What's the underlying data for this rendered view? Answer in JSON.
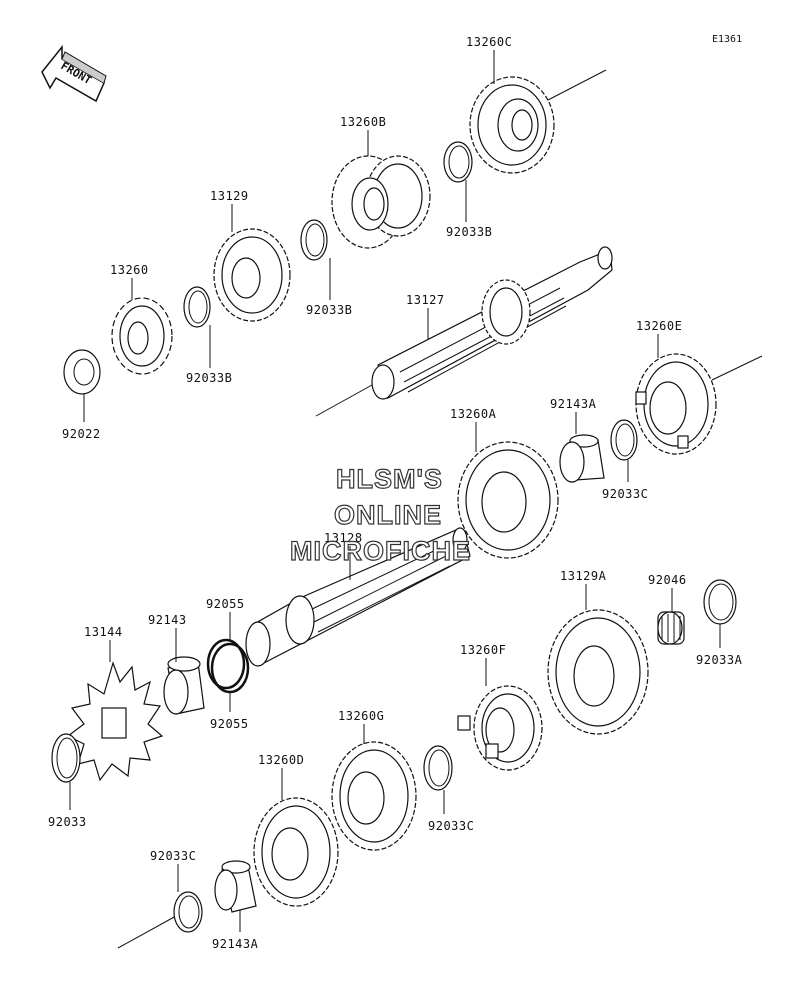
{
  "diagram_code": "E1361",
  "front_arrow": {
    "label": "FRONT",
    "icon": "front-arrow-icon"
  },
  "labels": {
    "p13260C": "13260C",
    "p13260B": "13260B",
    "p13129": "13129",
    "p13260": "13260",
    "p92022": "92022",
    "p92033B_a": "92033B",
    "p92033B_b": "92033B",
    "p92033B_c": "92033B",
    "p13127": "13127",
    "p13260E": "13260E",
    "p92143A_top": "92143A",
    "p13260A": "13260A",
    "p92033C_top": "92033C",
    "p13128": "13128",
    "p13144": "13144",
    "p92143": "92143",
    "p92055_top": "92055",
    "p92055_bot": "92055",
    "p13129A": "13129A",
    "p92046": "92046",
    "p92033A": "92033A",
    "p13260F": "13260F",
    "p92033": "92033",
    "p13260G": "13260G",
    "p13260D": "13260D",
    "p92033C_mid": "92033C",
    "p92033C_bot": "92033C",
    "p92143A_bot": "92143A"
  },
  "watermark": {
    "line1": "HLSM'S",
    "line2": "ONLINE",
    "line3": "MICROFICHE"
  }
}
